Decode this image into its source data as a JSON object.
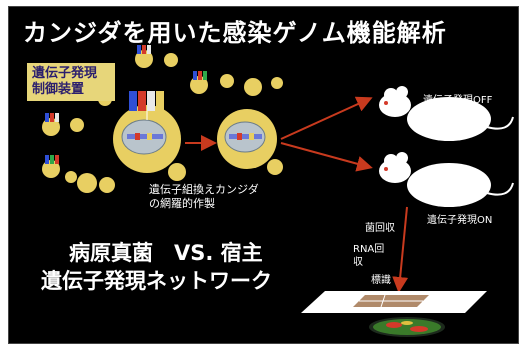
{
  "slide": {
    "title": "カンジダを用いた感染ゲノム機能解析",
    "control_device": [
      "遺伝子発現",
      "制御装置"
    ],
    "recombinant_caption": [
      "遺伝子組換えカンジダ",
      "の網羅的作製"
    ],
    "expression_off": "遺伝子発現OFF",
    "expression_on": "遺伝子発現ON",
    "fungus_recovery": "菌回収",
    "rna_recovery": [
      "RNA回",
      "収"
    ],
    "labeling": "標識",
    "pathogen_vs_host": "病原真菌　VS. 宿主",
    "network": "遺伝子発現ネットワーク"
  },
  "colors": {
    "background": "#000000",
    "cell": "#e8cf62",
    "arrow": "#c83a1e",
    "label_box": "#e7d67a"
  }
}
